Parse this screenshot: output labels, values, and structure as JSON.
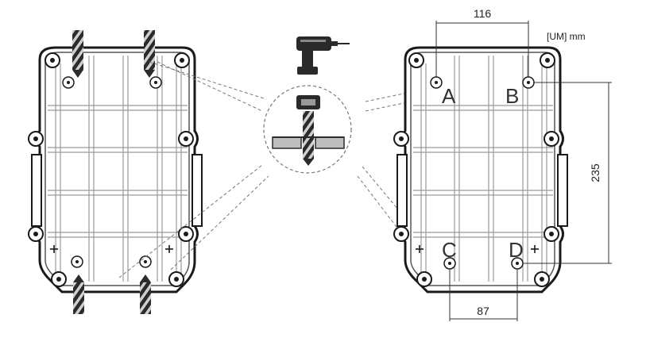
{
  "units_label": "[UM] mm",
  "dimensions": {
    "top_width": "116",
    "height": "235",
    "bottom_width": "87"
  },
  "holes": [
    {
      "label": "A"
    },
    {
      "label": "B"
    },
    {
      "label": "C"
    },
    {
      "label": "D"
    }
  ],
  "icons": {
    "drill": "drill-icon",
    "magnifier": "drill-through-detail-icon"
  }
}
